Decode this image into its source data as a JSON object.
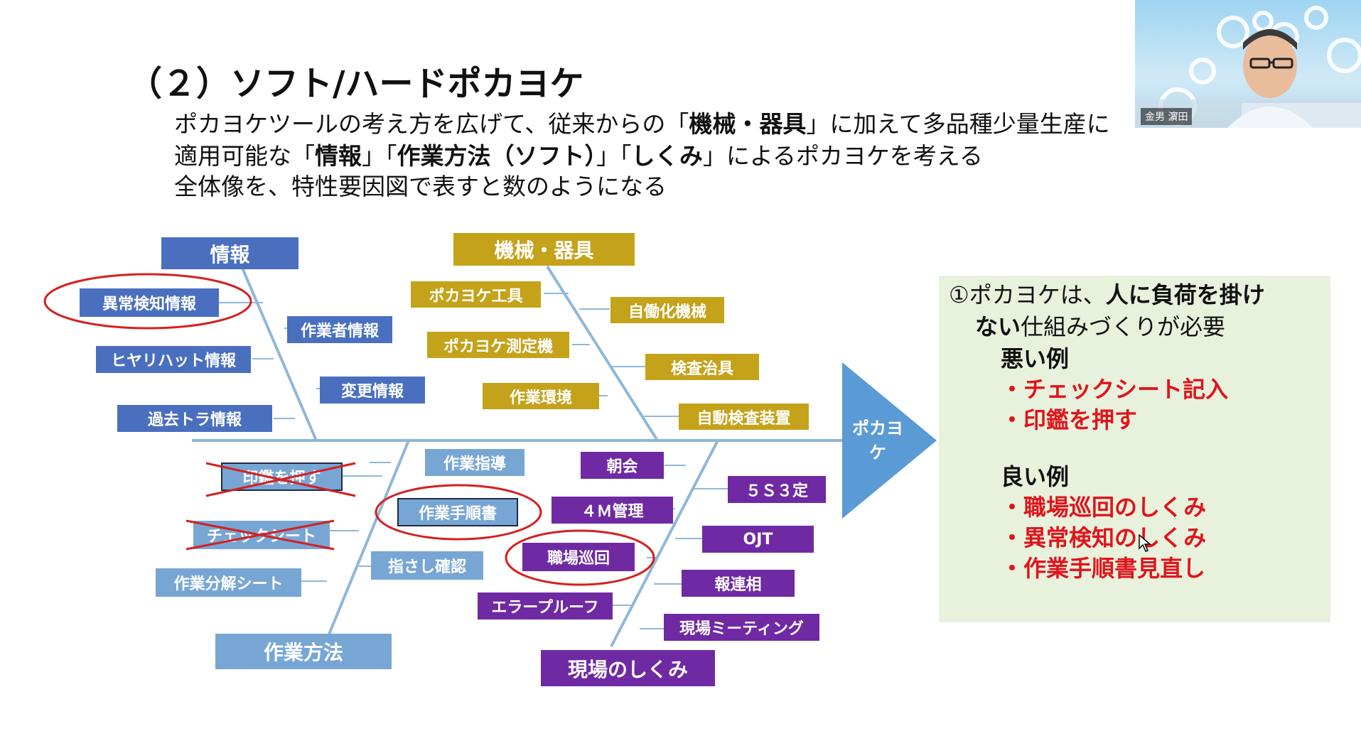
{
  "slide": {
    "title": "（２）ソフト/ハードポカヨケ",
    "intro": {
      "line1_a": "ポカヨケツールの考え方を広げて、従来からの「",
      "line1_b": "機械・器具",
      "line1_c": "」に加えて多品種少量生産に",
      "line2_a": "適用可能な「",
      "line2_b": "情報",
      "line2_c": "」「",
      "line2_d": "作業方法（ソフト）",
      "line2_e": "」「",
      "line2_f": "しくみ",
      "line2_g": "」によるポカヨケを考える",
      "line3": "全体像を、特性要因図で表すと数のようになる"
    }
  },
  "fishbone": {
    "effect": "ポカヨケ",
    "categories": {
      "info": {
        "label": "情報",
        "items": [
          "異常検知情報",
          "作業者情報",
          "ヒヤリハット情報",
          "変更情報",
          "過去トラ情報"
        ]
      },
      "machine": {
        "label": "機械・器具",
        "items": [
          "ポカヨケ工具",
          "自働化機械",
          "ポカヨケ測定機",
          "検査治具",
          "作業環境",
          "自動検査装置"
        ]
      },
      "method": {
        "label": "作業方法",
        "items": [
          "印鑑を押す",
          "作業指導",
          "作業手順書",
          "チェックシート",
          "指さし確認",
          "作業分解シート"
        ]
      },
      "system": {
        "label": "現場のしくみ",
        "items": [
          "朝会",
          "５Ｓ３定",
          "４Ｍ管理",
          "OJT",
          "職場巡回",
          "報連相",
          "エラープルーフ",
          "現場ミーティング"
        ]
      }
    },
    "colors": {
      "info": "#4a6fbf",
      "machine": "#c4a21a",
      "method": "#78a6d4",
      "system": "#6f2aa3",
      "spine": "#8fb8d8",
      "highlight_circle": "#d42020",
      "strike": "#d42020"
    }
  },
  "note": {
    "line1_a": "①ポカヨケは、",
    "line1_b": "人に負荷を掛け",
    "line2_a": "ない",
    "line2_b": "仕組みづくりが必要",
    "bad_heading": "悪い例",
    "bad_items": [
      "・チェックシート記入",
      "・印鑑を押す"
    ],
    "good_heading": "良い例",
    "good_items": [
      "・職場巡回のしくみ",
      "・異常検知のしくみ",
      "・作業手順書見直し"
    ]
  },
  "video": {
    "caption": "金男 濵田"
  }
}
